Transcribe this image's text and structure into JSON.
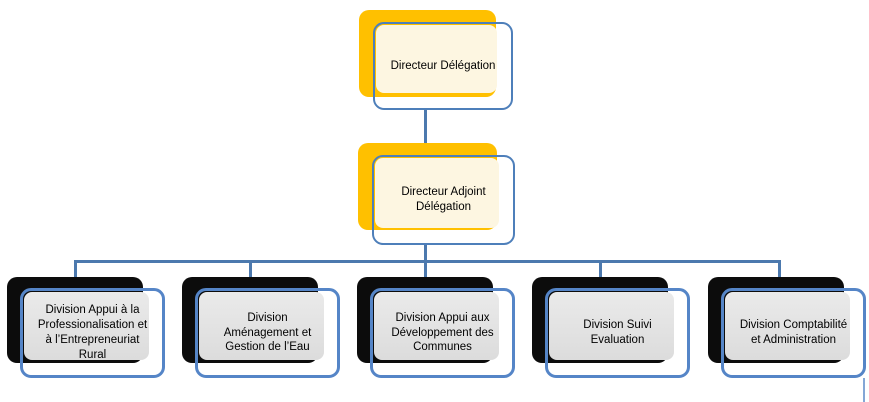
{
  "org_chart": {
    "root": {
      "label": "Directeur Délégation"
    },
    "deputy": {
      "label": "Directeur Adjoint Délégation"
    },
    "divisions": [
      {
        "label": "Division Appui à la Professionalisation et à l’Entrepreneuriat Rural"
      },
      {
        "label": "Division Aménagement et Gestion de l’Eau"
      },
      {
        "label": "Division Appui aux Développement des Communes"
      },
      {
        "label": "Division Suivi Evaluation"
      },
      {
        "label": "Division Comptabilité et Administration"
      }
    ],
    "colors": {
      "top_card": "#ffc000",
      "top_fill": "#fdf6e1",
      "top_border": "#4e7fba",
      "division_card": "#0c0c0c",
      "division_fill": "#e5e5e5",
      "division_border": "#5585c7",
      "connector": "#4c79ae"
    }
  }
}
